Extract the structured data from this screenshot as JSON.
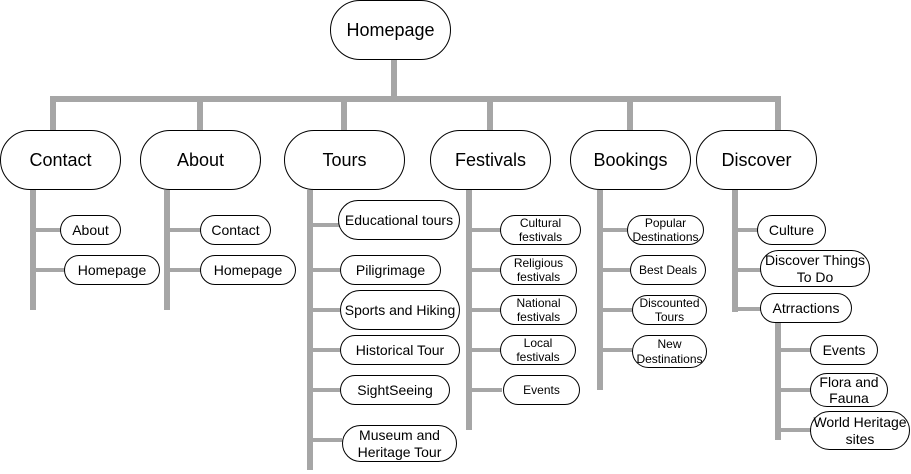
{
  "diagram": {
    "root": "Homepage",
    "sections": [
      {
        "label": "Contact",
        "children": [
          "About",
          "Homepage"
        ]
      },
      {
        "label": "About",
        "children": [
          "Contact",
          "Homepage"
        ]
      },
      {
        "label": "Tours",
        "children": [
          "Educational tours",
          "Piligrimage",
          "Sports and Hiking",
          "Historical Tour",
          "SightSeeing",
          "Museum and Heritage Tour"
        ]
      },
      {
        "label": "Festivals",
        "children": [
          "Cultural festivals",
          "Religious festivals",
          "National festivals",
          "Local festivals",
          "Events"
        ]
      },
      {
        "label": "Bookings",
        "children": [
          "Popular Destinations",
          "Best Deals",
          "Discounted Tours",
          "New Destinations"
        ]
      },
      {
        "label": "Discover",
        "children": [
          "Culture",
          "Discover Things To Do",
          "Atrractions"
        ],
        "attractions": [
          "Events",
          "Flora and Fauna",
          "World Heritage sites"
        ]
      }
    ],
    "colors": {
      "connector": "#a6a6a6",
      "node_border": "#000000",
      "node_fill": "#ffffff"
    }
  }
}
